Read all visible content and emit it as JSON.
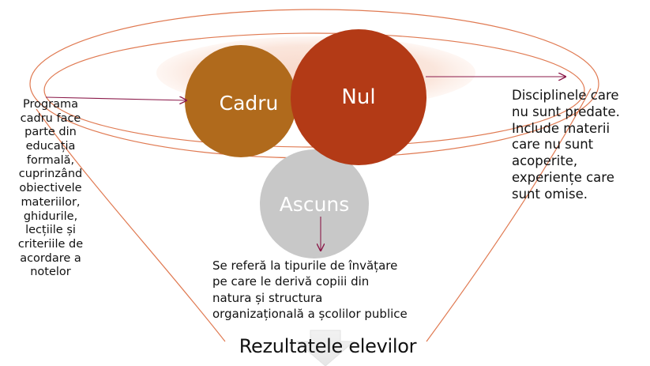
{
  "diagram": {
    "circle_cadru": {
      "label": "Cadru",
      "color": "#B06A1C"
    },
    "circle_nul": {
      "label": "Nul",
      "color": "#B33A16"
    },
    "circle_ascuns": {
      "label": "Ascuns",
      "color": "#C8C8C8"
    },
    "ellipse_color": "#E07A52",
    "band_color": "#F9DED2",
    "arrow_color": "#8B1A4A"
  },
  "left_text": {
    "lines": [
      "Programa",
      "cadru face",
      "parte din",
      "educația",
      "formală,",
      "cuprinzând",
      "obiectivele",
      "materiilor,",
      "ghidurile,",
      "lecțiile și",
      "criteriile de",
      "acordare a",
      "notelor"
    ]
  },
  "right_text": {
    "lines": [
      "Disciplinele care",
      "nu sunt predate.",
      "Include materii",
      "care nu sunt",
      "acoperite,",
      "experiențe care",
      "sunt omise."
    ]
  },
  "bottom_text": {
    "lines": [
      "Se referă la tipurile de învățare",
      "pe care le derivă copiii din",
      "natura și structura",
      "organizațională a școlilor publice"
    ]
  },
  "result": {
    "label": "Rezultatele elevilor"
  }
}
